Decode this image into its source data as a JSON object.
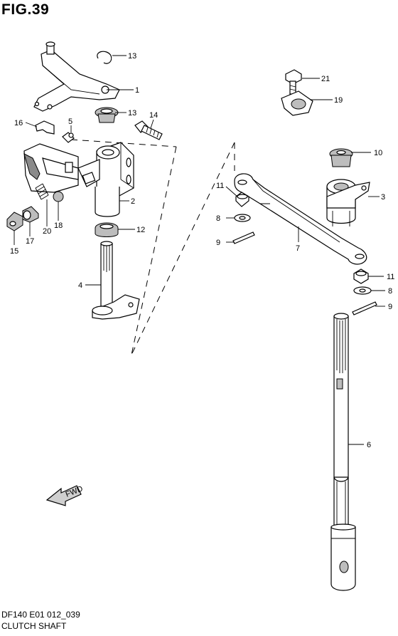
{
  "figure": {
    "title": "FIG.39",
    "footer_code": "DF140 E01 012_039",
    "footer_name": "CLUTCH SHAFT",
    "fwd_label": "FWD"
  },
  "callouts": [
    {
      "id": "c13a",
      "label": "13"
    },
    {
      "id": "c1",
      "label": "1"
    },
    {
      "id": "c13b",
      "label": "13"
    },
    {
      "id": "c14",
      "label": "14"
    },
    {
      "id": "c16",
      "label": "16"
    },
    {
      "id": "c5",
      "label": "5"
    },
    {
      "id": "c2",
      "label": "2"
    },
    {
      "id": "c12",
      "label": "12"
    },
    {
      "id": "c15",
      "label": "15"
    },
    {
      "id": "c17",
      "label": "17"
    },
    {
      "id": "c20",
      "label": "20"
    },
    {
      "id": "c18",
      "label": "18"
    },
    {
      "id": "c4",
      "label": "4"
    },
    {
      "id": "c21",
      "label": "21"
    },
    {
      "id": "c19",
      "label": "19"
    },
    {
      "id": "c10",
      "label": "10"
    },
    {
      "id": "c3",
      "label": "3"
    },
    {
      "id": "c11a",
      "label": "11"
    },
    {
      "id": "c8a",
      "label": "8"
    },
    {
      "id": "c9a",
      "label": "9"
    },
    {
      "id": "c7",
      "label": "7"
    },
    {
      "id": "c11b",
      "label": "11"
    },
    {
      "id": "c8b",
      "label": "8"
    },
    {
      "id": "c9b",
      "label": "9"
    },
    {
      "id": "c6",
      "label": "6"
    }
  ]
}
